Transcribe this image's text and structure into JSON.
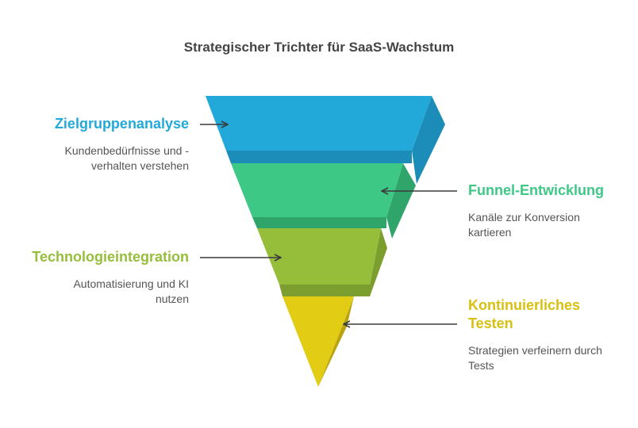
{
  "title": "Strategischer Trichter für SaaS-Wachstum",
  "stages": [
    {
      "label": "Zielgruppenanalyse",
      "description": "Kundenbedürfnisse und - verhalten verstehen",
      "color": "#22A9DA"
    },
    {
      "label": "Funnel-Entwicklung",
      "description": "Kanäle zur Konversion kartieren",
      "color": "#3EC886"
    },
    {
      "label": "Technologieintegration",
      "description": "Automatisierung und KI nutzen",
      "color": "#97BE3B"
    },
    {
      "label": "Kontinuierliches Testen",
      "description": "Strategien verfeinern durch Tests",
      "color": "#E3CC14"
    }
  ]
}
